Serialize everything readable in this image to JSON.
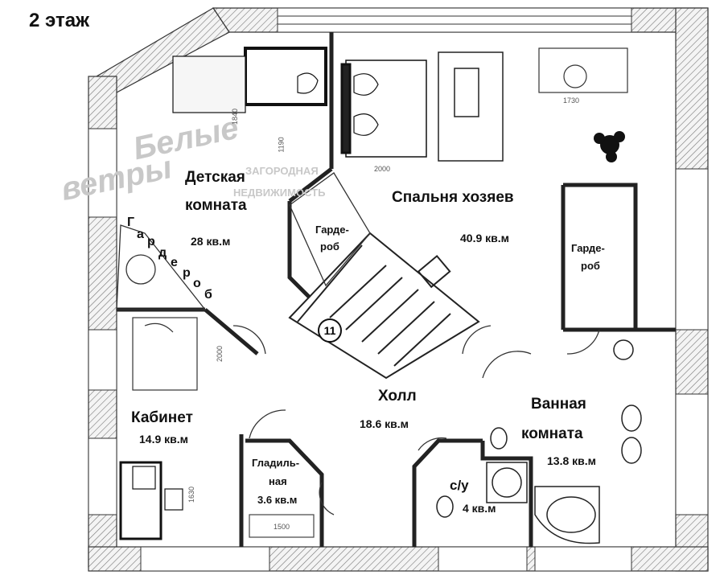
{
  "title": "2 этаж",
  "rooms": {
    "kids": {
      "name_l1": "Детская",
      "name_l2": "комната",
      "area": "28 кв.м"
    },
    "kids_wardrobe": {
      "letters": [
        "Г",
        "а",
        "р",
        "д",
        "е",
        "р",
        "о",
        "б"
      ]
    },
    "master": {
      "name": "Спальня хозяев",
      "area": "40.9 кв.м"
    },
    "wardrobe_center": {
      "l1": "Гарде-",
      "l2": "роб"
    },
    "wardrobe_right": {
      "l1": "Гарде-",
      "l2": "роб"
    },
    "hall": {
      "name": "Холл",
      "area": "18.6 кв.м"
    },
    "office": {
      "name": "Кабинет",
      "area": "14.9 кв.м"
    },
    "ironing": {
      "l1": "Гладиль-",
      "l2": "ная",
      "area": "3.6 кв.м"
    },
    "wc": {
      "name": "с/у",
      "area": "4 кв.м"
    },
    "bath": {
      "name_l1": "Ванная",
      "name_l2": "комната",
      "area": "13.8 кв.м"
    }
  },
  "stairs_number": "11",
  "dimensions": [
    "1840",
    "1190",
    "2000",
    "1730",
    "2000",
    "1630",
    "1500"
  ],
  "watermark": {
    "line1": "Белые",
    "line2": "ветры",
    "line3": "ЗАГОРОДНАЯ",
    "line4": "НЕДВИЖИМОСТЬ"
  }
}
